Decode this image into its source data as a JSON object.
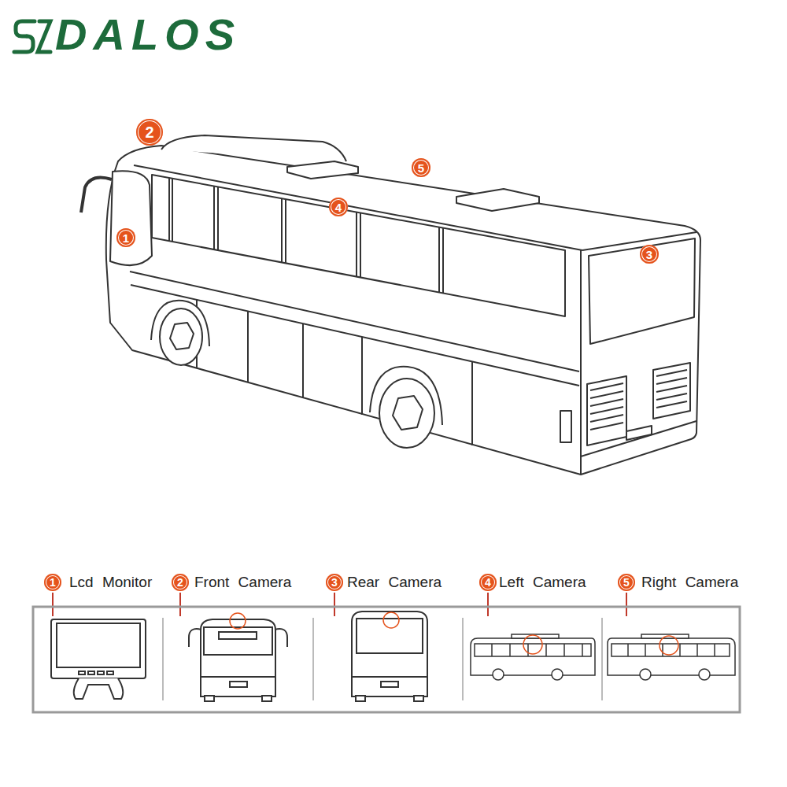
{
  "diagram": {
    "nodes": [
      {
        "text": [
          "1"
        ]
      },
      {
        "text": [
          "2"
        ]
      },
      {
        "text": [
          "3"
        ]
      },
      {
        "text": [
          "4"
        ]
      },
      {
        "text": [
          "5"
        ]
      },
      {
        "text": [
          "1"
        ]
      },
      {
        "text": [
          "2"
        ]
      },
      {
        "text": [
          "3"
        ]
      },
      {
        "text": [
          "4"
        ]
      },
      {
        "text": [
          "5"
        ]
      }
    ],
    "labels": [
      "DALOS",
      "Lcd Monitor",
      "Front Camera",
      "Rear Camera",
      "Left Camera",
      "Right Camera"
    ]
  }
}
